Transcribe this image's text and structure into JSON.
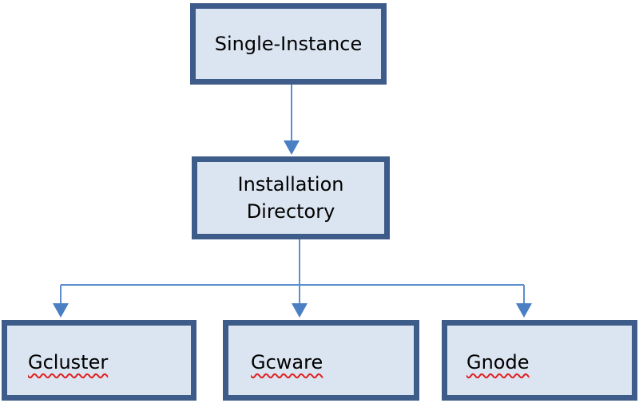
{
  "diagram": {
    "nodes": {
      "single_instance": "Single-Instance",
      "installation_line1": "Installation",
      "installation_line2": "Directory",
      "gcluster": "Gcluster",
      "gcware": "Gcware",
      "gnode": "Gnode"
    },
    "colors": {
      "box_fill": "#dbe5f1",
      "box_border": "#3e5c8a",
      "connector": "#5b8fd0",
      "spellcheck_underline": "#e02020"
    }
  }
}
